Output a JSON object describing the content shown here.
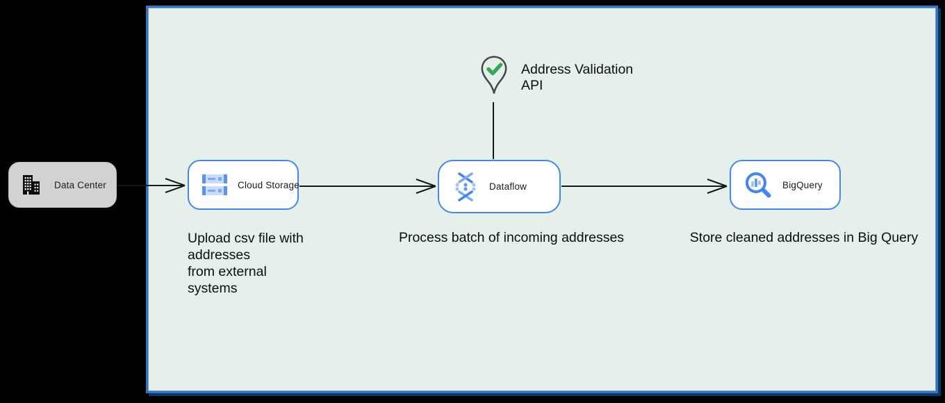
{
  "colors": {
    "page_bg": "#000000",
    "panel_bg": "#e4f0e9",
    "panel_border": "#2e77c5",
    "node_border": "#4285f4",
    "node_bg": "#ffffff",
    "data_center_bg": "#d2d2d2",
    "text": "#121212",
    "connector": "#161616",
    "check_green": "#34a853"
  },
  "nodes": {
    "data_center": {
      "label": "Data Center",
      "icon": "building-icon"
    },
    "cloud_storage": {
      "label": "Cloud Storage",
      "icon": "cloud-storage-icon",
      "caption": "Upload csv file with\naddresses\nfrom external\nsystems"
    },
    "dataflow": {
      "label": "Dataflow",
      "icon": "dataflow-icon",
      "caption": "Process batch of incoming addresses"
    },
    "bigquery": {
      "label": "BigQuery",
      "icon": "bigquery-search-icon",
      "caption": "Store cleaned addresses in Big Query"
    }
  },
  "annotation": {
    "icon": "location-pin-check-icon",
    "label": "Address Validation\nAPI"
  }
}
